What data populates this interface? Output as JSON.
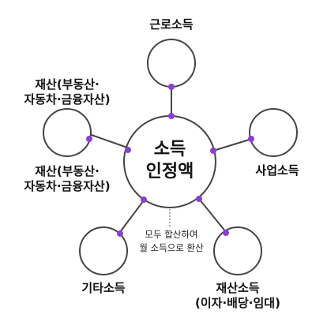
{
  "center": {
    "line1": "소득",
    "line2": "인정액"
  },
  "nodes": [
    {
      "id": "top",
      "line1": "근로소득",
      "line2": ""
    },
    {
      "id": "left",
      "line1": "재산(부동산·",
      "line2": "자동차·금융자산)"
    },
    {
      "id": "right",
      "line1": "사업소득",
      "line2": ""
    },
    {
      "id": "bottom-left",
      "line1": "기타소득",
      "line2": ""
    },
    {
      "id": "bottom-right",
      "line1": "재산소득",
      "line2": "(이자·배당·임대)"
    }
  ],
  "left_inner_label": {
    "line1": "재산(부동산·",
    "line2": "자동차·금융자산)"
  },
  "note": {
    "line1": "모두 합산하여",
    "line2": "월 소득으로 환산"
  },
  "colors": {
    "line": "#444444",
    "dot": "#8a3fd1",
    "text": "#111111"
  }
}
